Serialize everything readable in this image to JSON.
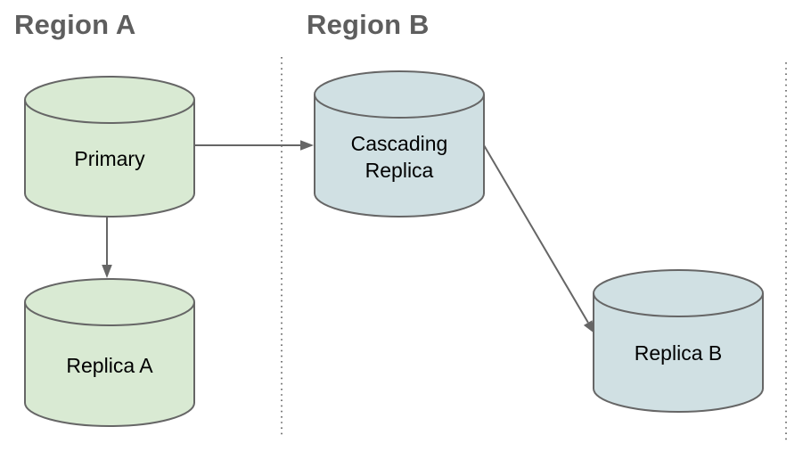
{
  "palette": {
    "background": "#ffffff",
    "region_title_text": "#5e5e5e",
    "cylinder_stroke": "#666666",
    "green_fill": "#d9ead3",
    "cyan_fill": "#d0e0e3",
    "arrow": "#666666",
    "divider_dots": "#5c5c5c",
    "node_label_text": "#000000"
  },
  "regions": {
    "a": {
      "title": "Region A"
    },
    "b": {
      "title": "Region B"
    }
  },
  "nodes": {
    "primary": {
      "label": "Primary",
      "region": "Region A",
      "shape": "database-cylinder",
      "fill": "#d9ead3"
    },
    "replica_a": {
      "label": "Replica A",
      "region": "Region A",
      "shape": "database-cylinder",
      "fill": "#d9ead3"
    },
    "cascading_replica": {
      "label": "Cascading Replica",
      "lines": [
        "Cascading",
        "Replica"
      ],
      "region": "Region B",
      "shape": "database-cylinder",
      "fill": "#d0e0e3"
    },
    "replica_b": {
      "label": "Replica B",
      "region": "Region B",
      "shape": "database-cylinder",
      "fill": "#d0e0e3"
    }
  },
  "edges": [
    {
      "from": "Primary",
      "to": "Cascading Replica",
      "style": "arrow"
    },
    {
      "from": "Primary",
      "to": "Replica A",
      "style": "arrow"
    },
    {
      "from": "Cascading Replica",
      "to": "Replica B",
      "style": "arrow"
    }
  ]
}
